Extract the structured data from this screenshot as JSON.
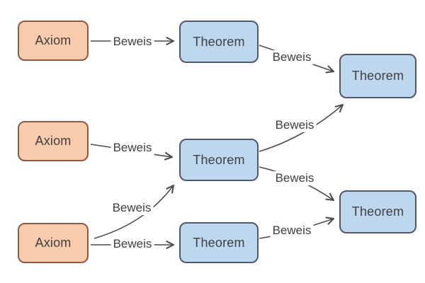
{
  "diagram": {
    "type": "proof-flow-diagram",
    "nodes": [
      {
        "id": "axiom-1",
        "label": "Axiom"
      },
      {
        "id": "axiom-2",
        "label": "Axiom"
      },
      {
        "id": "axiom-3",
        "label": "Axiom"
      },
      {
        "id": "theorem-1",
        "label": "Theorem"
      },
      {
        "id": "theorem-2",
        "label": "Theorem"
      },
      {
        "id": "theorem-3",
        "label": "Theorem"
      },
      {
        "id": "theorem-4",
        "label": "Theorem"
      },
      {
        "id": "theorem-5",
        "label": "Theorem"
      }
    ],
    "edges": [
      {
        "from": "axiom-1",
        "to": "theorem-1",
        "label": "Beweis"
      },
      {
        "from": "theorem-1",
        "to": "theorem-2",
        "label": "Beweis"
      },
      {
        "from": "axiom-2",
        "to": "theorem-3",
        "label": "Beweis"
      },
      {
        "from": "theorem-3",
        "to": "theorem-2",
        "label": "Beweis"
      },
      {
        "from": "theorem-3",
        "to": "theorem-5",
        "label": "Beweis"
      },
      {
        "from": "axiom-3",
        "to": "theorem-3",
        "label": "Beweis"
      },
      {
        "from": "axiom-3",
        "to": "theorem-4",
        "label": "Beweis"
      },
      {
        "from": "theorem-4",
        "to": "theorem-5",
        "label": "Beweis"
      }
    ],
    "colors": {
      "axiom_fill": "#f8cbad",
      "axiom_border": "#8a5a44",
      "theorem_fill": "#bdd7ee",
      "theorem_border": "#50596b",
      "arrow": "#4d4d4d",
      "text": "#3f3f3f",
      "background": "#ffffff"
    }
  }
}
